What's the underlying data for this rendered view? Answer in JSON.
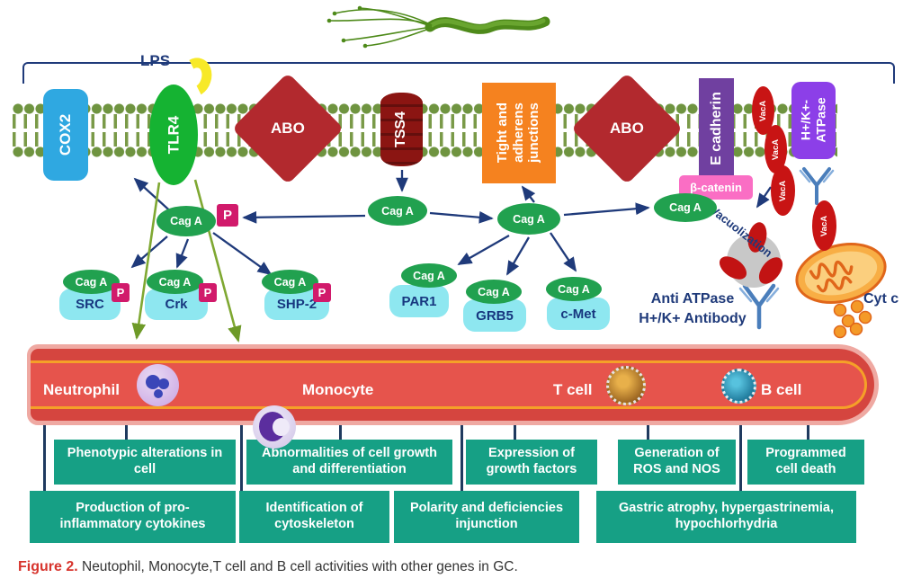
{
  "caption": {
    "label": "Figure 2.",
    "text": " Neutophil, Monocyte,T cell and B cell activities with other genes in GC."
  },
  "top": {
    "lps": "LPS"
  },
  "proteins": {
    "cox2": "COX2",
    "tlr4": "TLR4",
    "abo_left": "ABO",
    "tss4": "TSS4",
    "junction_lines": [
      "Tight and",
      "adherens",
      "junctions"
    ],
    "abo_right": "ABO",
    "e_cadherin": "E cadherin",
    "b_catenin": "β-catenin",
    "atpase_lines": [
      "H+/K+-",
      "ATPase"
    ],
    "vaca": "VacA"
  },
  "labels": {
    "caga": "Cag A",
    "p": "P"
  },
  "targets": [
    "SRC",
    "Crk",
    "SHP-2",
    "PAR1",
    "GRB5",
    "c-Met"
  ],
  "annotations": {
    "vacuolization": "Vacuolization",
    "anti_atpase_line1": "Anti ATPase",
    "anti_atpase_line2": "H+/K+ Antibody",
    "cyt_c": "Cyt c"
  },
  "vessel": {
    "cells": [
      {
        "label": "Neutrophil"
      },
      {
        "label": "Monocyte"
      },
      {
        "label": "T cell"
      },
      {
        "label": "B cell"
      }
    ]
  },
  "outcome_boxes": {
    "row1": [
      "Phenotypic alterations in cell",
      "Abnormalities of cell growth and differentiation",
      "Expression of growth factors",
      "Generation of ROS and NOS",
      "Programmed cell death"
    ],
    "row2": [
      "Production of pro-inflammatory cytokines",
      "Identification of cytoskeleton",
      "Polarity and deficiencies injunction",
      "Gastric atrophy, hypergastrinemia, hypochlorhydria"
    ]
  },
  "colors": {
    "navy": "#1F3A7A",
    "membrane_green": "#6F9440",
    "cox2_blue": "#2FA8E1",
    "tlr4_green": "#15B332",
    "abo_red": "#B2292E",
    "tss4_maroon": "#8B1512",
    "junction_orange": "#F5821F",
    "ecadherin_purple": "#7040A0",
    "bcatenin_pink": "#FA6EC4",
    "atpase_violet": "#8C3FE8",
    "vaca_red": "#C81414",
    "caga_green": "#21A14F",
    "p_magenta": "#D11A6B",
    "target_cyan": "#8EE7F0",
    "outcome_teal": "#16A085",
    "vessel_red": "#D5453F",
    "vessel_stripe_orange": "#F5A028",
    "olive_line": "#7FA832",
    "antibody_blue": "#4A7EBB",
    "mitochondria_orange": "#F8AE45",
    "lps_yellow": "#F7E928"
  }
}
